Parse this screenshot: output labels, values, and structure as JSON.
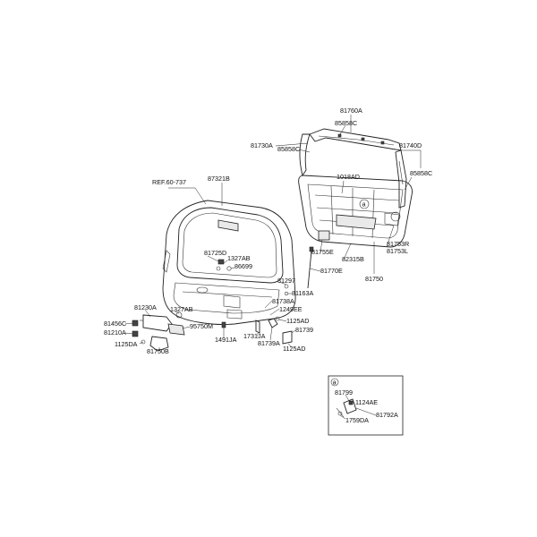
{
  "diagram": {
    "callout_letter": "a",
    "inset_letter": "a",
    "labels": [
      {
        "id": "ref-60-737",
        "text": "REF.60-737"
      },
      {
        "id": "87321b",
        "text": "87321B"
      },
      {
        "id": "81760a",
        "text": "81760A"
      },
      {
        "id": "85858c-top",
        "text": "85858C"
      },
      {
        "id": "81730a",
        "text": "81730A"
      },
      {
        "id": "85858c-left",
        "text": "85858C"
      },
      {
        "id": "81740d",
        "text": "81740D"
      },
      {
        "id": "85858c-right",
        "text": "85858C"
      },
      {
        "id": "1018ad",
        "text": "1018AD"
      },
      {
        "id": "81725d",
        "text": "81725D"
      },
      {
        "id": "1327ab-upper",
        "text": "1327AB"
      },
      {
        "id": "86699",
        "text": "86699"
      },
      {
        "id": "81755e",
        "text": "81755E"
      },
      {
        "id": "82315b",
        "text": "82315B"
      },
      {
        "id": "81770e",
        "text": "81770E"
      },
      {
        "id": "81753r",
        "text": "81753R"
      },
      {
        "id": "81753l",
        "text": "81753L"
      },
      {
        "id": "81750",
        "text": "81750"
      },
      {
        "id": "81297",
        "text": "81297"
      },
      {
        "id": "81163a",
        "text": "81163A"
      },
      {
        "id": "81738a",
        "text": "81738A"
      },
      {
        "id": "1249ee",
        "text": "1249EE"
      },
      {
        "id": "81230a",
        "text": "81230A"
      },
      {
        "id": "1327ab-lower",
        "text": "1327AB"
      },
      {
        "id": "81456c",
        "text": "81456C"
      },
      {
        "id": "81210a",
        "text": "81210A"
      },
      {
        "id": "95750m",
        "text": "95750M"
      },
      {
        "id": "1125da",
        "text": "1125DA"
      },
      {
        "id": "81750b",
        "text": "81750B"
      },
      {
        "id": "1491ja",
        "text": "1491JA"
      },
      {
        "id": "1731ja",
        "text": "1731JA"
      },
      {
        "id": "81739a",
        "text": "81739A"
      },
      {
        "id": "1125ad-upper",
        "text": "1125AD"
      },
      {
        "id": "81739",
        "text": "81739"
      },
      {
        "id": "1125ad-lower",
        "text": "1125AD"
      },
      {
        "id": "81799",
        "text": "81799"
      },
      {
        "id": "1124ae",
        "text": "1124AE"
      },
      {
        "id": "1759da",
        "text": "1759DA"
      },
      {
        "id": "81792a",
        "text": "81792A"
      }
    ]
  }
}
